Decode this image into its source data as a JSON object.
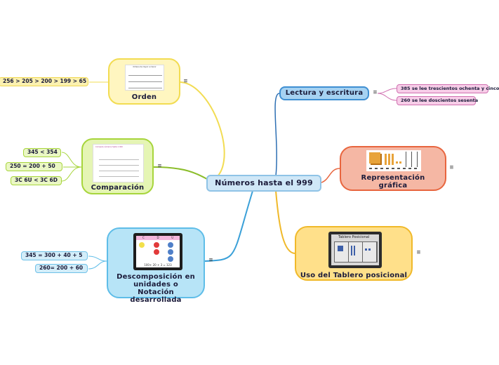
{
  "central": {
    "label": "Números hasta el 999"
  },
  "topics": {
    "orden": {
      "label": "Orden",
      "image_title": "Ordena de mayor a menor",
      "leaf": "256 > 205 > 200 > 199 > 65"
    },
    "comparacion": {
      "label": "Comparación",
      "image_title": "Compara números hasta 1 000",
      "leaves": [
        "345 < 354",
        "250 = 200 + 50",
        "3C 6U < 3C 6D"
      ]
    },
    "descomposicion": {
      "label": "Descomposición en unidades o Notación desarrollada",
      "image_headers": [
        "C",
        "D",
        "U"
      ],
      "image_caption": "100+ 20 + 3 = 123",
      "leaves": [
        "345 = 300 + 40 + 5",
        "260= 200 + 60"
      ]
    },
    "lectura": {
      "label": "Lectura y escritura",
      "leaves": [
        "385 se lee trescientos ochenta y cinco",
        "260 se lee doscientos sesenta"
      ]
    },
    "representacion": {
      "label": "Representación gráfica"
    },
    "tablero": {
      "label": "Uso del Tablero posicional",
      "image_title": "Tablero Posicional"
    }
  },
  "colors": {
    "orden": "#f2dc52",
    "comparacion": "#8bbd2a",
    "descomposicion": "#3aa0d8",
    "lectura": "#2d6fb3",
    "representacion": "#e8653e",
    "tablero": "#f0b92a"
  }
}
